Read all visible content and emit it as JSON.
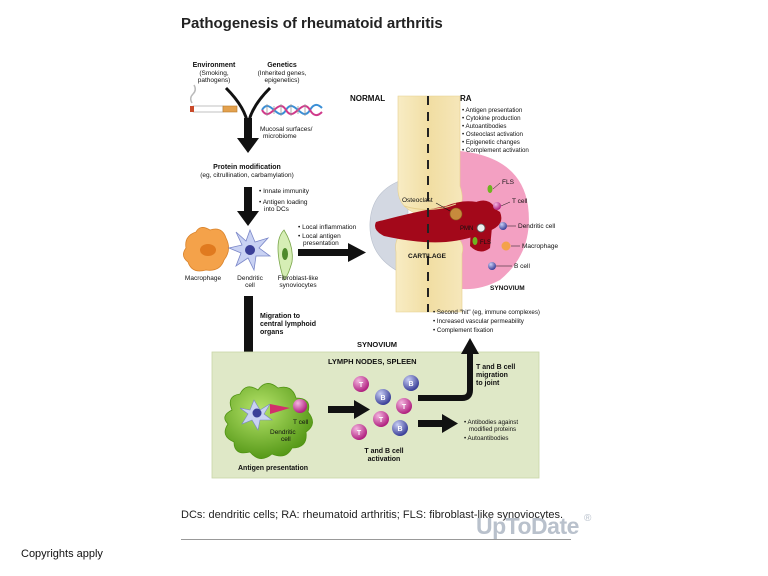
{
  "title": "Pathogenesis of rheumatoid arthritis",
  "triggers": {
    "environment": [
      "Environment",
      "(Smoking,",
      "pathogens)"
    ],
    "genetics": [
      "Genetics",
      "(Inherited genes,",
      "epigenetics)"
    ],
    "mucosal": [
      "Mucosal surfaces/",
      "microbiome"
    ]
  },
  "protein_modification": [
    "Protein modification",
    "(eg, citrullination, carbamylation)"
  ],
  "innate_notes": [
    "• Innate immunity",
    "• Antigen loading",
    "into DCs"
  ],
  "cells": {
    "macrophage": "Macrophage",
    "dendritic": [
      "Dendritic",
      "cell"
    ],
    "fibroblast": [
      "Fibroblast-like",
      "synoviocytes"
    ]
  },
  "local_notes": [
    "• Local inflammation",
    "• Local antigen",
    "presentation"
  ],
  "migration": [
    "Migration to",
    "central lymphoid",
    "organs"
  ],
  "joint": {
    "normal": "NORMAL",
    "ra": "RA",
    "ra_list": [
      "• Antigen presentation",
      "• Cytokine production",
      "• Autoantibodies",
      "• Osteoclast activation",
      "• Epigenetic changes",
      "• Complement activation"
    ],
    "osteoclast": "Osteoclast",
    "pmn": "PMN",
    "fls": "FLS",
    "cartilage": "CARTILAGE",
    "synovium": "SYNOVIUM",
    "cells_right": [
      "FLS",
      "T cell",
      "Dendritic cell",
      "Macrophage",
      "B cell"
    ]
  },
  "second_hit": [
    "• Second \"hit\" (eg, immune complexes)",
    "• Increased vascular permeability",
    "• Complement fixation"
  ],
  "synovium_heading": "SYNOVIUM",
  "lymph": {
    "heading": "LYMPH NODES, SPLEEN",
    "tcell": "T cell",
    "dendritic": [
      "Dendritic",
      "cell"
    ],
    "antigen_presentation": "Antigen presentation",
    "activation": [
      "T and B cell",
      "activation"
    ],
    "migration": [
      "T and B cell",
      "migration",
      "to joint"
    ],
    "antibodies": [
      "• Antibodies against",
      "modified proteins",
      "• Autoantibodies"
    ],
    "t_letter": "T",
    "b_letter": "B"
  },
  "footnote": "DCs: dendritic cells; RA: rheumatoid arthritis; FLS: fibroblast-like synoviocytes.",
  "watermark": "UpToDate",
  "watermark_reg": "®",
  "copyright": "Copyrights apply",
  "colors": {
    "lymph_bg": "#dfe8c7",
    "lymph_border": "#c9d6a8",
    "bone": "#f3e3b0",
    "synovium_pink": "#f3a0c2",
    "blood_red": "#a3081a",
    "t_cell": "#c9319b",
    "b_cell": "#4a4ea8",
    "dendritic_green": "#6fb320",
    "macrophage": "#f4a24a"
  }
}
